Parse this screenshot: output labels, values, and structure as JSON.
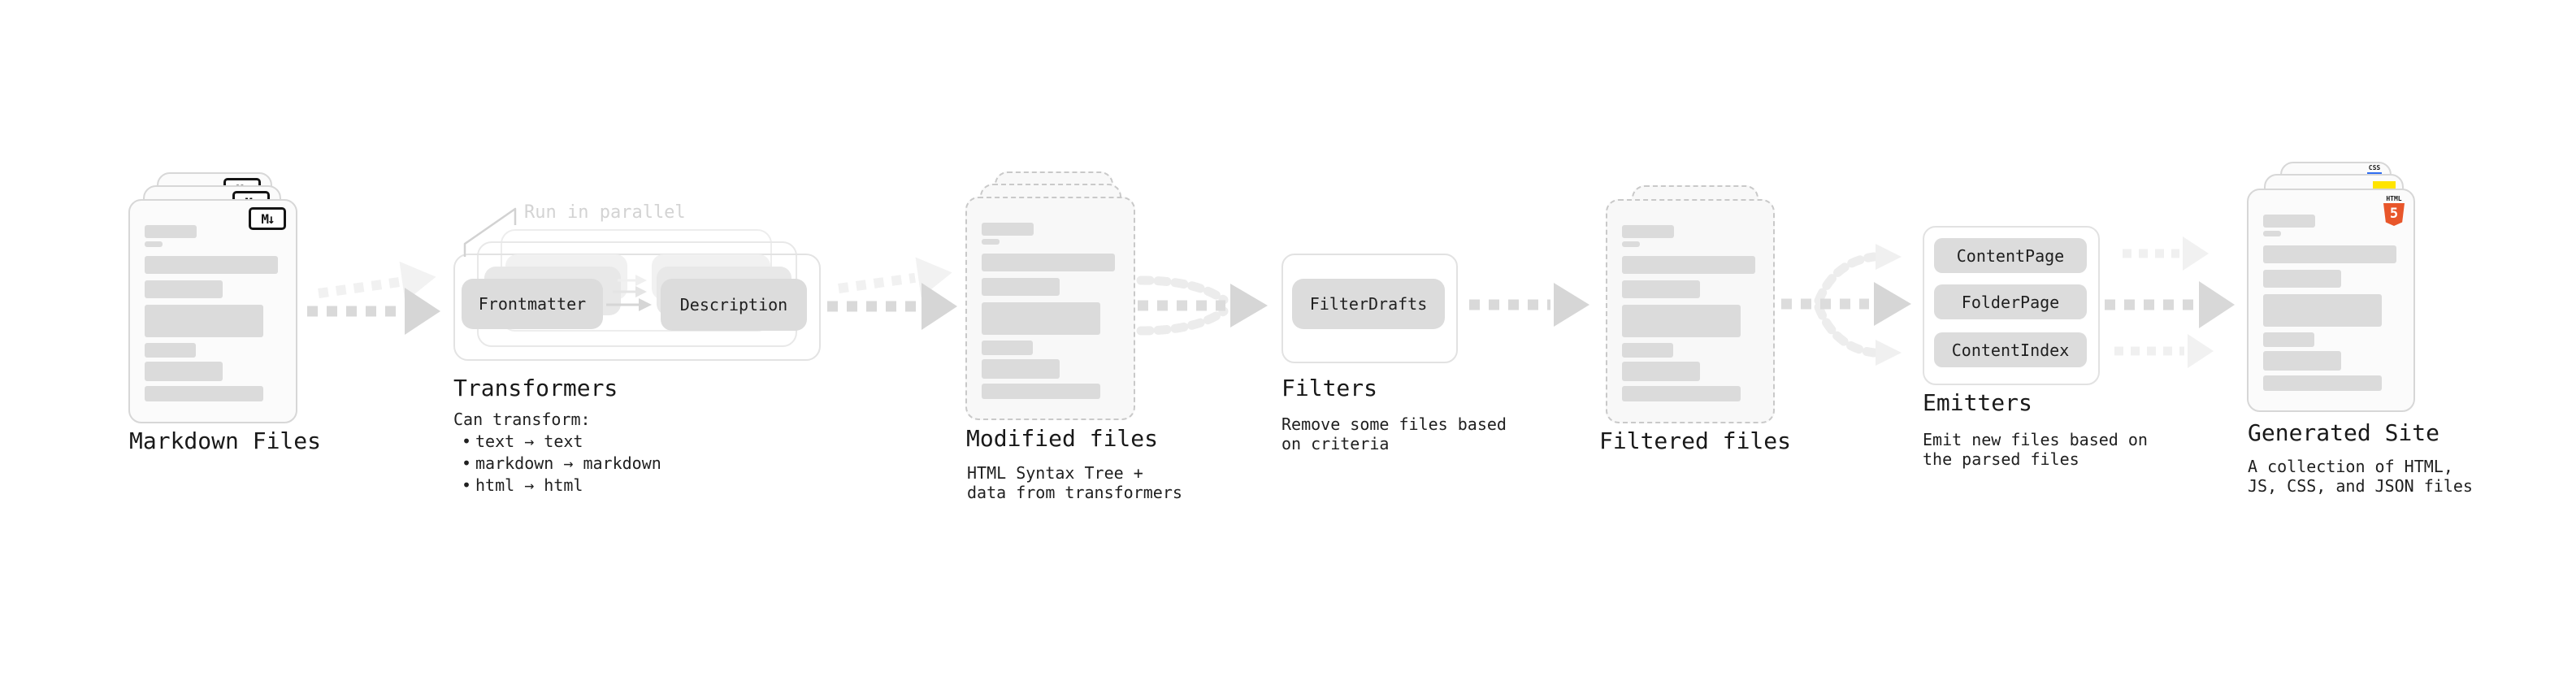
{
  "diagram": {
    "markdown_files": {
      "label": "Markdown Files",
      "badge": "M↓"
    },
    "transformers": {
      "label": "Transformers",
      "annotation": "Run in parallel",
      "pill_frontmatter": "Frontmatter",
      "pill_description": "Description",
      "can_transform_heading": "Can transform:",
      "bullet_char": "•",
      "bullets": [
        "text → text",
        "markdown → markdown",
        "html → html"
      ]
    },
    "modified_files": {
      "label": "Modified files",
      "sublabel": [
        "HTML Syntax Tree +",
        "data from transformers"
      ]
    },
    "filters": {
      "label": "Filters",
      "pill_filterdrafts": "FilterDrafts",
      "sublabel": [
        "Remove some files based",
        "on criteria"
      ]
    },
    "filtered_files": {
      "label": "Filtered files"
    },
    "emitters": {
      "label": "Emitters",
      "pills": [
        "ContentPage",
        "FolderPage",
        "ContentIndex"
      ],
      "sublabel": [
        "Emit new files based on",
        "the parsed files"
      ]
    },
    "generated_site": {
      "label": "Generated Site",
      "sublabel": [
        "A collection of HTML,",
        "JS, CSS, and JSON files"
      ],
      "css_badge": "CSS",
      "html_badge_text": "HTML",
      "html_badge_number": "5"
    },
    "colors": {
      "html5_orange": "#e8562a",
      "js_yellow": "#ffe400",
      "css_blue": "#2f6df1",
      "arrow_gray": "#d9d9d9",
      "faint_arrow_gray": "#f0f0f0",
      "pill_gray": "#dcdcdc"
    }
  }
}
